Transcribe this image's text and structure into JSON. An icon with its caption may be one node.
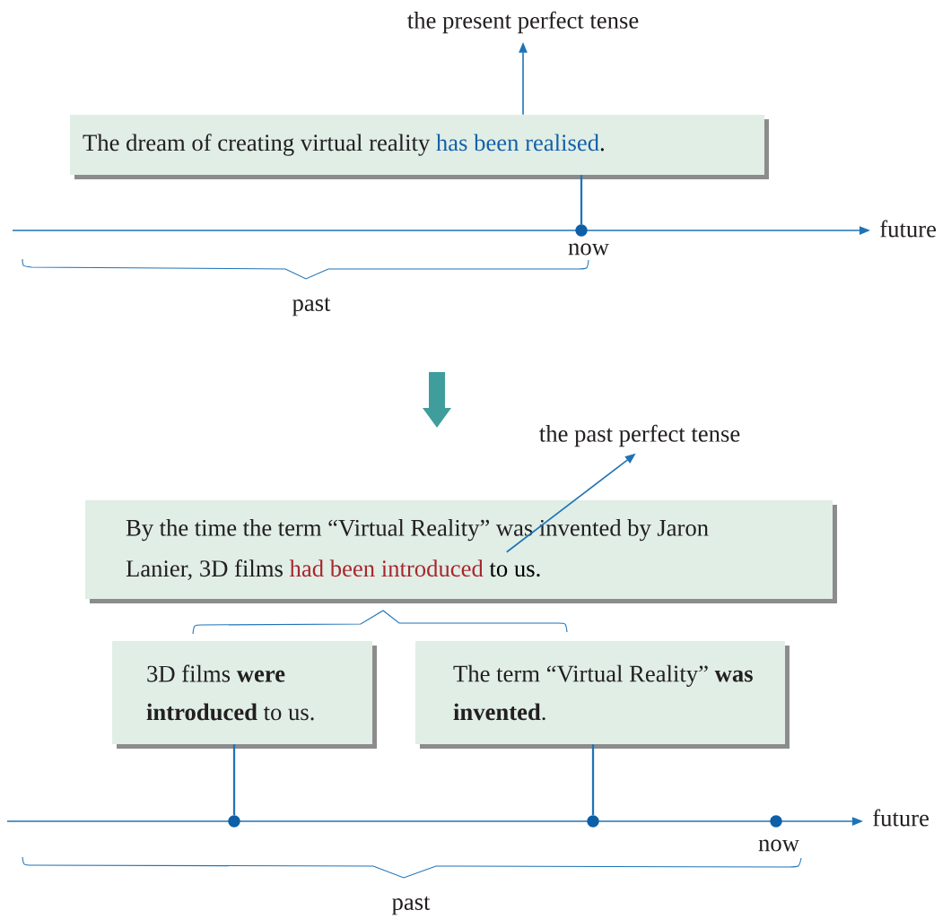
{
  "diagram": {
    "nodes": [
      {
        "text": [
          "the present perfect tense"
        ]
      },
      {
        "text": [
          "The dream of creating virtual reality",
          "has been realised",
          "."
        ]
      },
      {
        "text": [],
        "shape": "circle",
        "beside": [
          "now"
        ]
      },
      {
        "text": [
          "the past perfect tense"
        ]
      },
      {
        "text": [
          "By the time the term “Virtual Reality” was invented by Jaron Lanier, 3D films",
          "had been introduced",
          "to us."
        ]
      },
      {
        "text": [
          "3D films **were introduced** to us."
        ]
      },
      {
        "text": [
          "The term “Virtual Reality” **was invented**."
        ]
      },
      {
        "text": [],
        "shape": "circle"
      },
      {
        "text": [],
        "shape": "circle"
      },
      {
        "text": [],
        "shape": "circle",
        "beside": [
          "now"
        ]
      }
    ],
    "edges": [
      {
        "from": 1,
        "to": 0,
        "arrow": "to"
      },
      {
        "from": 1,
        "to": 2,
        "arrow": "none"
      },
      {
        "from": 4,
        "to": 3,
        "arrow": "to"
      },
      {
        "from": 5,
        "to": 7,
        "arrow": "none"
      },
      {
        "from": 6,
        "to": 8,
        "arrow": "none"
      }
    ],
    "labels": [
      "future",
      "past",
      "future",
      "past"
    ]
  }
}
